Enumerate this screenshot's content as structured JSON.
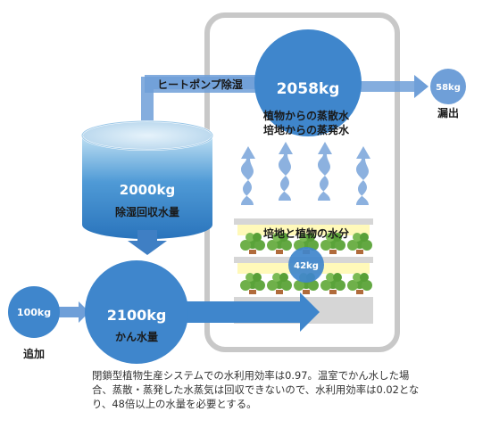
{
  "colors": {
    "arrow": "#6f9fd8",
    "circle": "#3f86cc",
    "room_border": "#c8c8c8",
    "tank_light": "#c9e4f4",
    "tank_dark": "#2f7cc2",
    "shelf": "#d6d6d6",
    "plant": "#6fb04a",
    "led": "#fff7a8"
  },
  "icons": [
    "hot-air-arrow",
    "plant-cluster"
  ],
  "labels": {
    "heat_pump": "ヒートポンプ除湿",
    "evap_amount": "2058kg",
    "evap_line1": "植物からの蒸散水",
    "evap_line2": "培地からの蒸発水",
    "leak_amount": "58kg",
    "leak_label": "漏出",
    "tank_amount": "2000kg",
    "tank_label": "除湿回収水量",
    "plant_water_label": "培地と植物の水分",
    "plant_water_amount": "42kg",
    "add_amount": "100kg",
    "add_label": "追加",
    "irrigation_amount": "2100kg",
    "irrigation_label": "かん水量"
  },
  "caption": "閉鎖型植物生産システムでの水利用効率は0.97。温室でかん水した場合、蒸散・蒸発した水蒸気は回収できないので、水利用効率は0.02となり、48倍以上の水量を必要とする。"
}
